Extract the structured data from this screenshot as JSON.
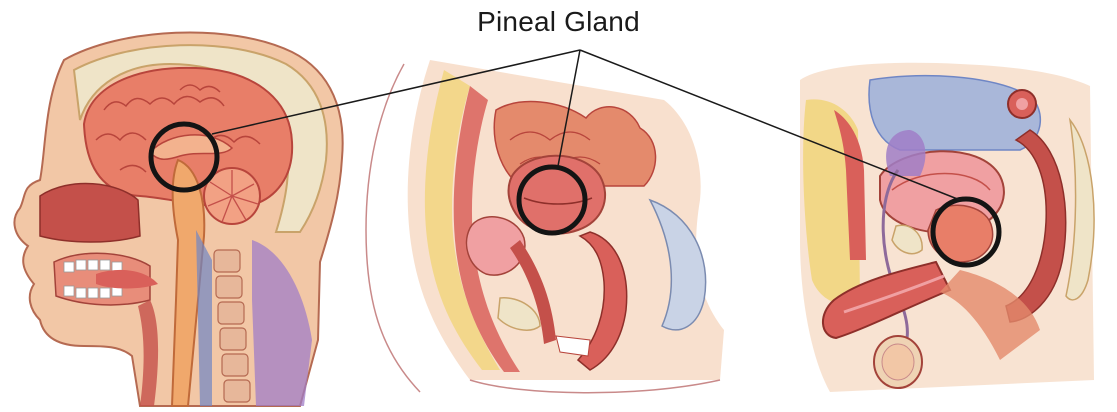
{
  "label": "Pineal Gland",
  "colors": {
    "line": "#1a1a1a",
    "marker": "#141414",
    "flesh": "#e48a6c",
    "flesh_dark": "#c4504a",
    "brain": "#e87e68",
    "skin": "#f2c7a6",
    "fat": "#f1d57a",
    "bone": "#efe4c8",
    "nerve_blue": "#6f86c5",
    "purple": "#a07ec7",
    "pink": "#f0a0a2"
  },
  "panels": [
    {
      "name": "head-cross-section"
    },
    {
      "name": "female-pelvis-cross-section"
    },
    {
      "name": "male-pelvis-cross-section"
    }
  ]
}
